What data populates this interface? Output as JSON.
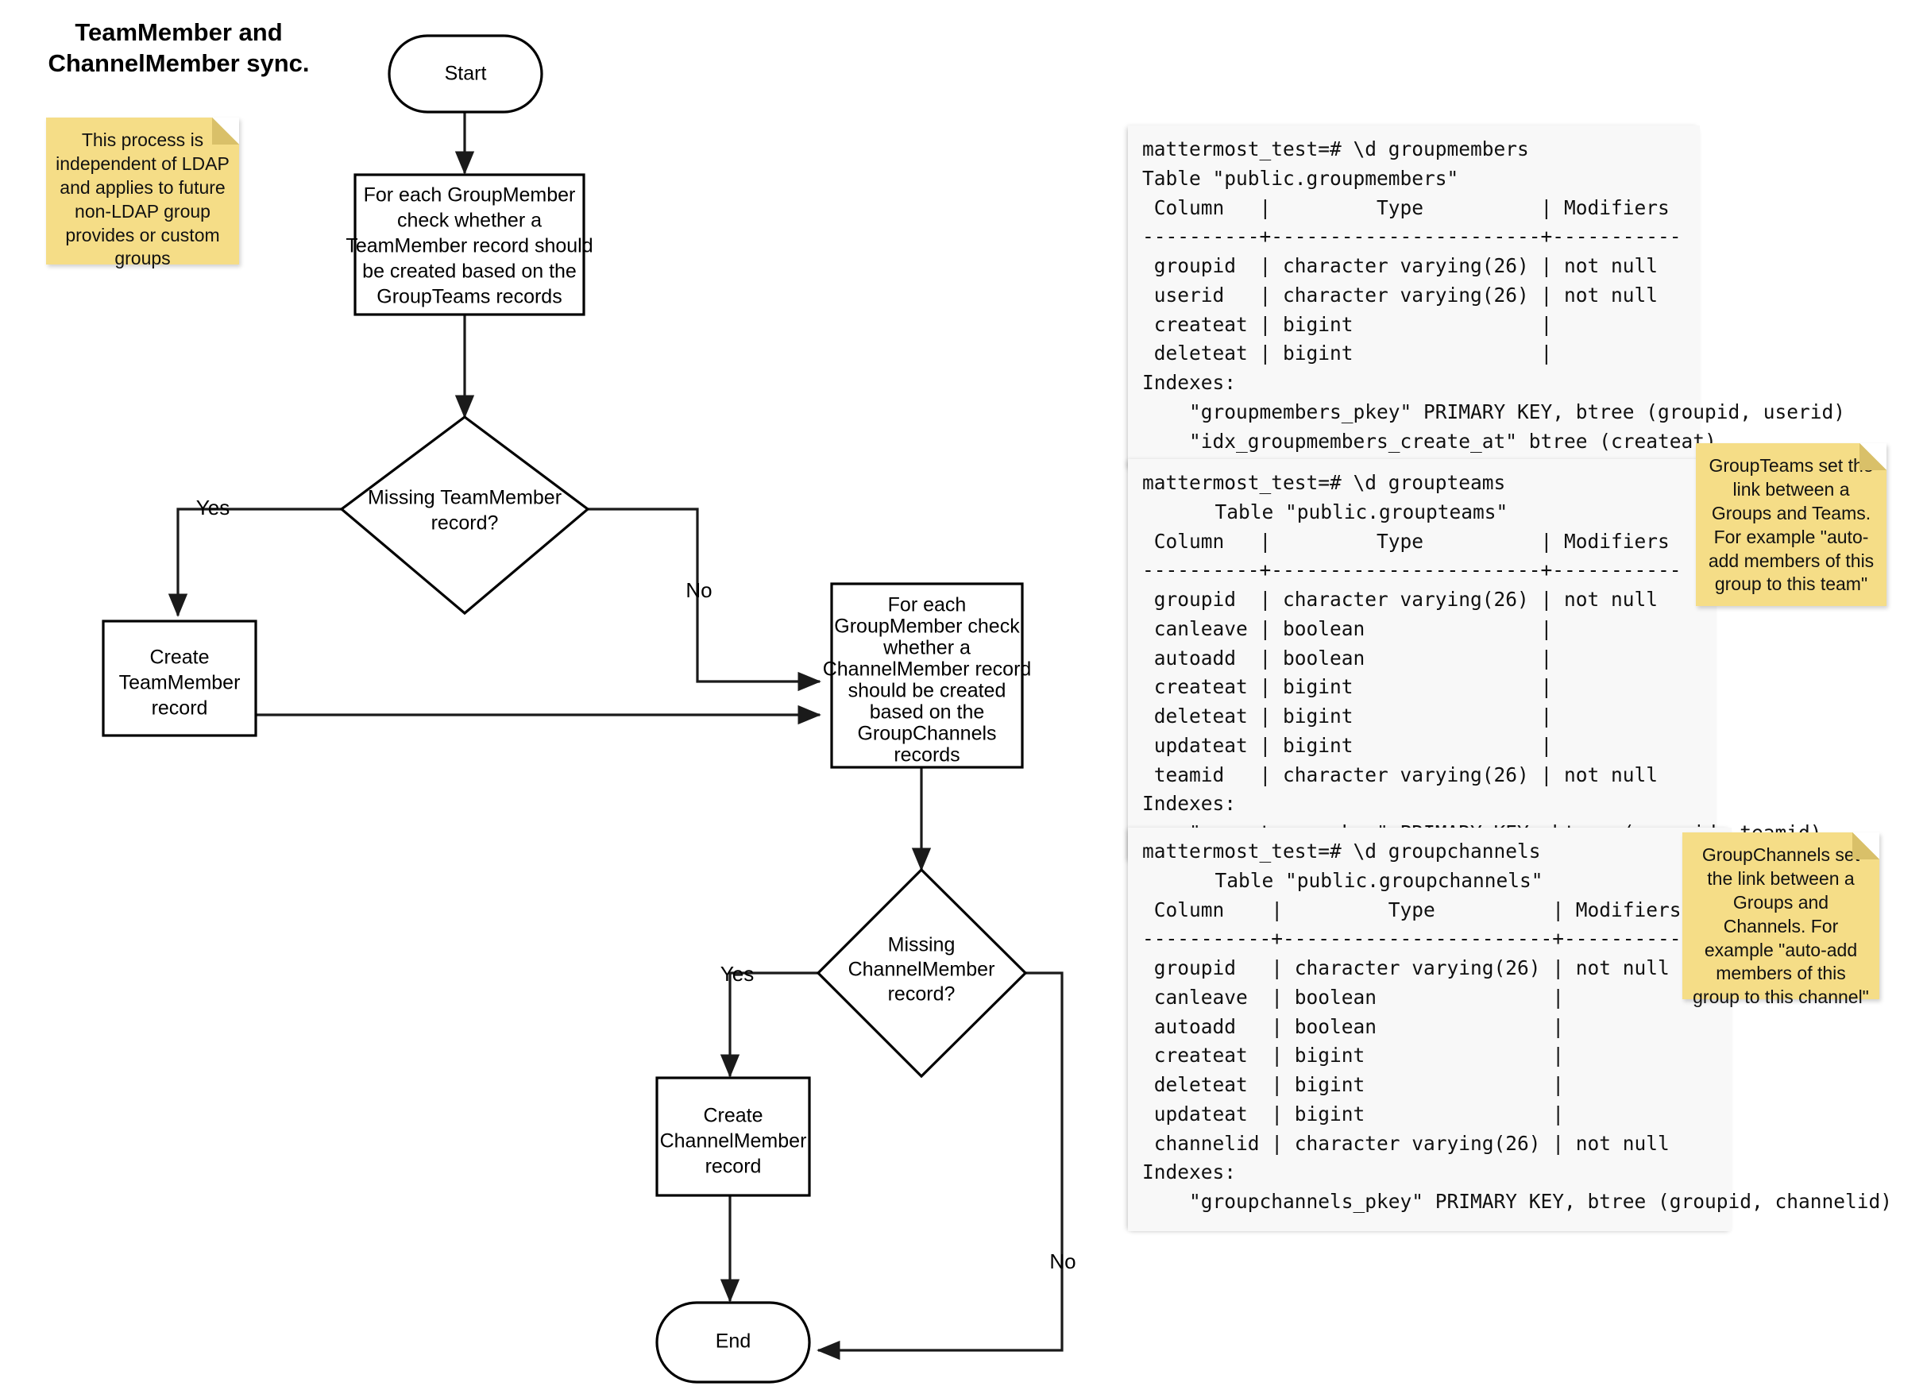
{
  "diagram": {
    "title_line1": "TeamMember and",
    "title_line2": "ChannelMember sync.",
    "nodes": {
      "start": "Start",
      "process_teammember": "For each GroupMember check whether a TeamMember record should be created based on the GroupTeams records",
      "decision_teammember": "Missing TeamMember record?",
      "create_teammember": "Create TeamMember record",
      "process_channelmember": "For each GroupMember check whether a ChannelMember record should be created based on the GroupChannels records",
      "decision_channelmember": "Missing ChannelMember record?",
      "create_channelmember": "Create ChannelMember record",
      "end": "End"
    },
    "node_lines": {
      "process_teammember": [
        "For each GroupMember",
        "check whether a",
        "TeamMember record should",
        "be created based on the",
        "GroupTeams records"
      ],
      "decision_teammember": [
        "Missing TeamMember",
        "record?"
      ],
      "create_teammember": [
        "Create",
        "TeamMember",
        "record"
      ],
      "process_channelmember": [
        "For each",
        "GroupMember check",
        "whether a",
        "ChannelMember record",
        "should be created",
        "based on the",
        "GroupChannels",
        "records"
      ],
      "decision_channelmember": [
        "Missing",
        "ChannelMember",
        "record?"
      ],
      "create_channelmember": [
        "Create",
        "ChannelMember",
        "record"
      ]
    },
    "edge_labels": {
      "teammember_yes": "Yes",
      "teammember_no": "No",
      "channelmember_yes": "Yes",
      "channelmember_no": "No"
    }
  },
  "notes": [
    {
      "id": "note-ldap",
      "text": "This process is independent of LDAP and applies to future non-LDAP group provides or custom groups"
    },
    {
      "id": "note-groupteams",
      "text": "GroupTeams set the link between a Groups and Teams. For example \"auto-add members of this group to this team\""
    },
    {
      "id": "note-groupchannels",
      "text": "GroupChannels set the link between a Groups and Channels. For example \"auto-add members of this group to this channel\""
    }
  ],
  "terminals": [
    {
      "id": "groupmembers",
      "prompt": "mattermost_test=# \\d groupmembers",
      "table_caption": "Table \"public.groupmembers\"",
      "header": " Column   |         Type          | Modifiers ",
      "rule": "----------+-----------------------+-----------",
      "rows": [
        " groupid  | character varying(26) | not null",
        " userid   | character varying(26) | not null",
        " createat | bigint                |",
        " deleteat | bigint                |"
      ],
      "indexes_label": "Indexes:",
      "indexes": [
        "    \"groupmembers_pkey\" PRIMARY KEY, btree (groupid, userid)",
        "    \"idx_groupmembers_create_at\" btree (createat)"
      ]
    },
    {
      "id": "groupteams",
      "prompt": "mattermost_test=# \\d groupteams",
      "table_caption": "Table \"public.groupteams\"",
      "header": " Column   |         Type          | Modifiers ",
      "rule": "----------+-----------------------+-----------",
      "rows": [
        " groupid  | character varying(26) | not null",
        " canleave | boolean               |",
        " autoadd  | boolean               |",
        " createat | bigint                |",
        " deleteat | bigint                |",
        " updateat | bigint                |",
        " teamid   | character varying(26) | not null"
      ],
      "indexes_label": "Indexes:",
      "indexes": [
        "    \"groupteams_pkey\" PRIMARY KEY, btree (groupid, teamid)"
      ]
    },
    {
      "id": "groupchannels",
      "prompt": "mattermost_test=# \\d groupchannels",
      "table_caption": "Table \"public.groupchannels\"",
      "header": " Column    |         Type          | Modifiers ",
      "rule": "-----------+-----------------------+-----------",
      "rows": [
        " groupid   | character varying(26) | not null",
        " canleave  | boolean               |",
        " autoadd   | boolean               |",
        " createat  | bigint                |",
        " deleteat  | bigint                |",
        " updateat  | bigint                |",
        " channelid | character varying(26) | not null"
      ],
      "indexes_label": "Indexes:",
      "indexes": [
        "    \"groupchannels_pkey\" PRIMARY KEY, btree (groupid, channelid)"
      ]
    }
  ],
  "colors": {
    "sticky_bg": "#f5dd87",
    "sticky_fold": "#d9c069",
    "terminal_bg": "#f8f8f8",
    "stroke": "#1a1a1a",
    "text": "#000000"
  }
}
